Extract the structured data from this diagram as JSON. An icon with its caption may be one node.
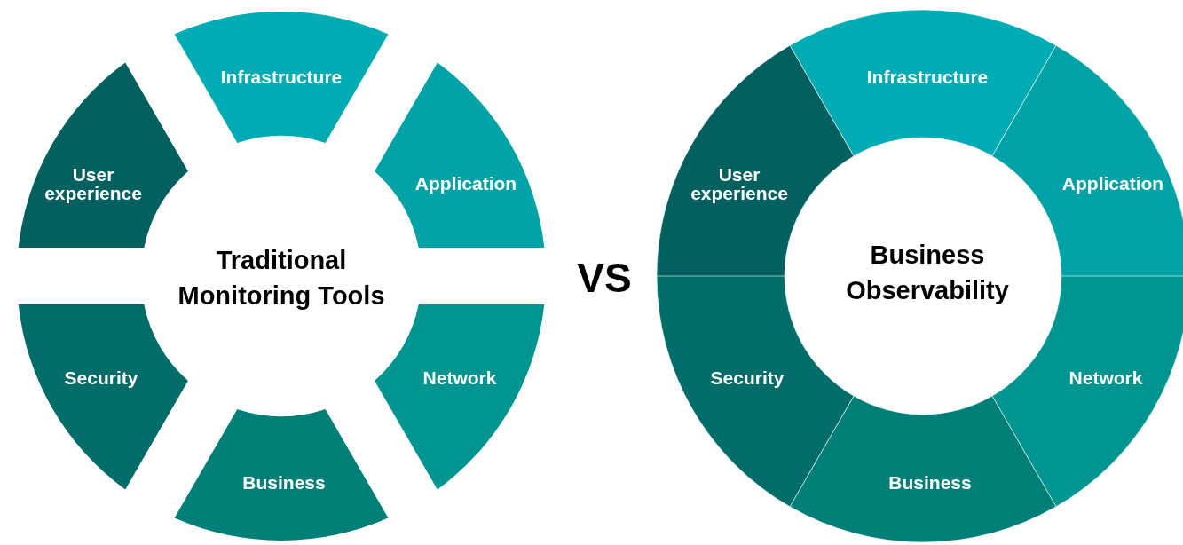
{
  "diagram": {
    "nodes": [
      {
        "text": [
          "Traditional Monitoring Tools"
        ]
      },
      {
        "text": [
          "Infrastructure"
        ]
      },
      {
        "text": [
          "Application"
        ]
      },
      {
        "text": [
          "Network"
        ]
      },
      {
        "text": [
          "Business"
        ]
      },
      {
        "text": [
          "Security"
        ]
      },
      {
        "text": [
          "User experience"
        ]
      },
      {
        "text": [
          "Business Observability"
        ]
      },
      {
        "text": [
          "Infrastructure"
        ]
      },
      {
        "text": [
          "Application"
        ]
      },
      {
        "text": [
          "Network"
        ]
      },
      {
        "text": [
          "Business"
        ]
      },
      {
        "text": [
          "Security"
        ]
      },
      {
        "text": [
          "User experience"
        ]
      }
    ],
    "labels": [
      "VS"
    ]
  }
}
